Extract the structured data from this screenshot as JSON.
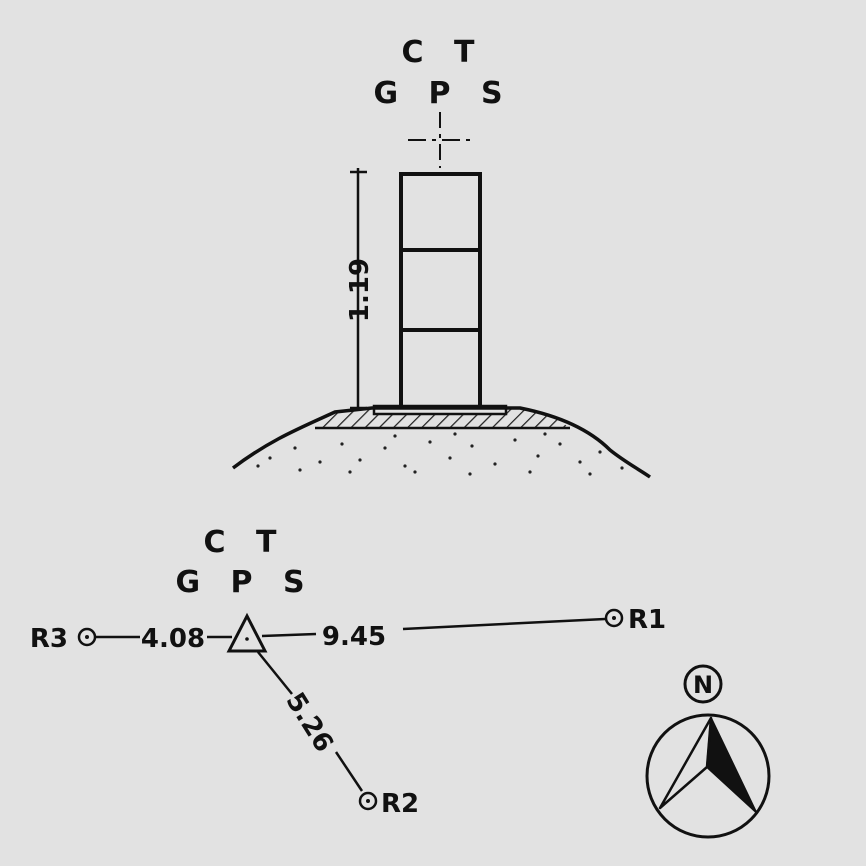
{
  "elevation": {
    "title_line1": "C T",
    "title_line2": "G P S",
    "height_dimension": "1.19"
  },
  "plan": {
    "title_line1": "C T",
    "title_line2": "G P S",
    "references": [
      {
        "label": "R1",
        "distance": "9.45"
      },
      {
        "label": "R2",
        "distance": "5.26"
      },
      {
        "label": "R3",
        "distance": "4.08"
      }
    ]
  },
  "north_arrow": {
    "label": "N"
  }
}
